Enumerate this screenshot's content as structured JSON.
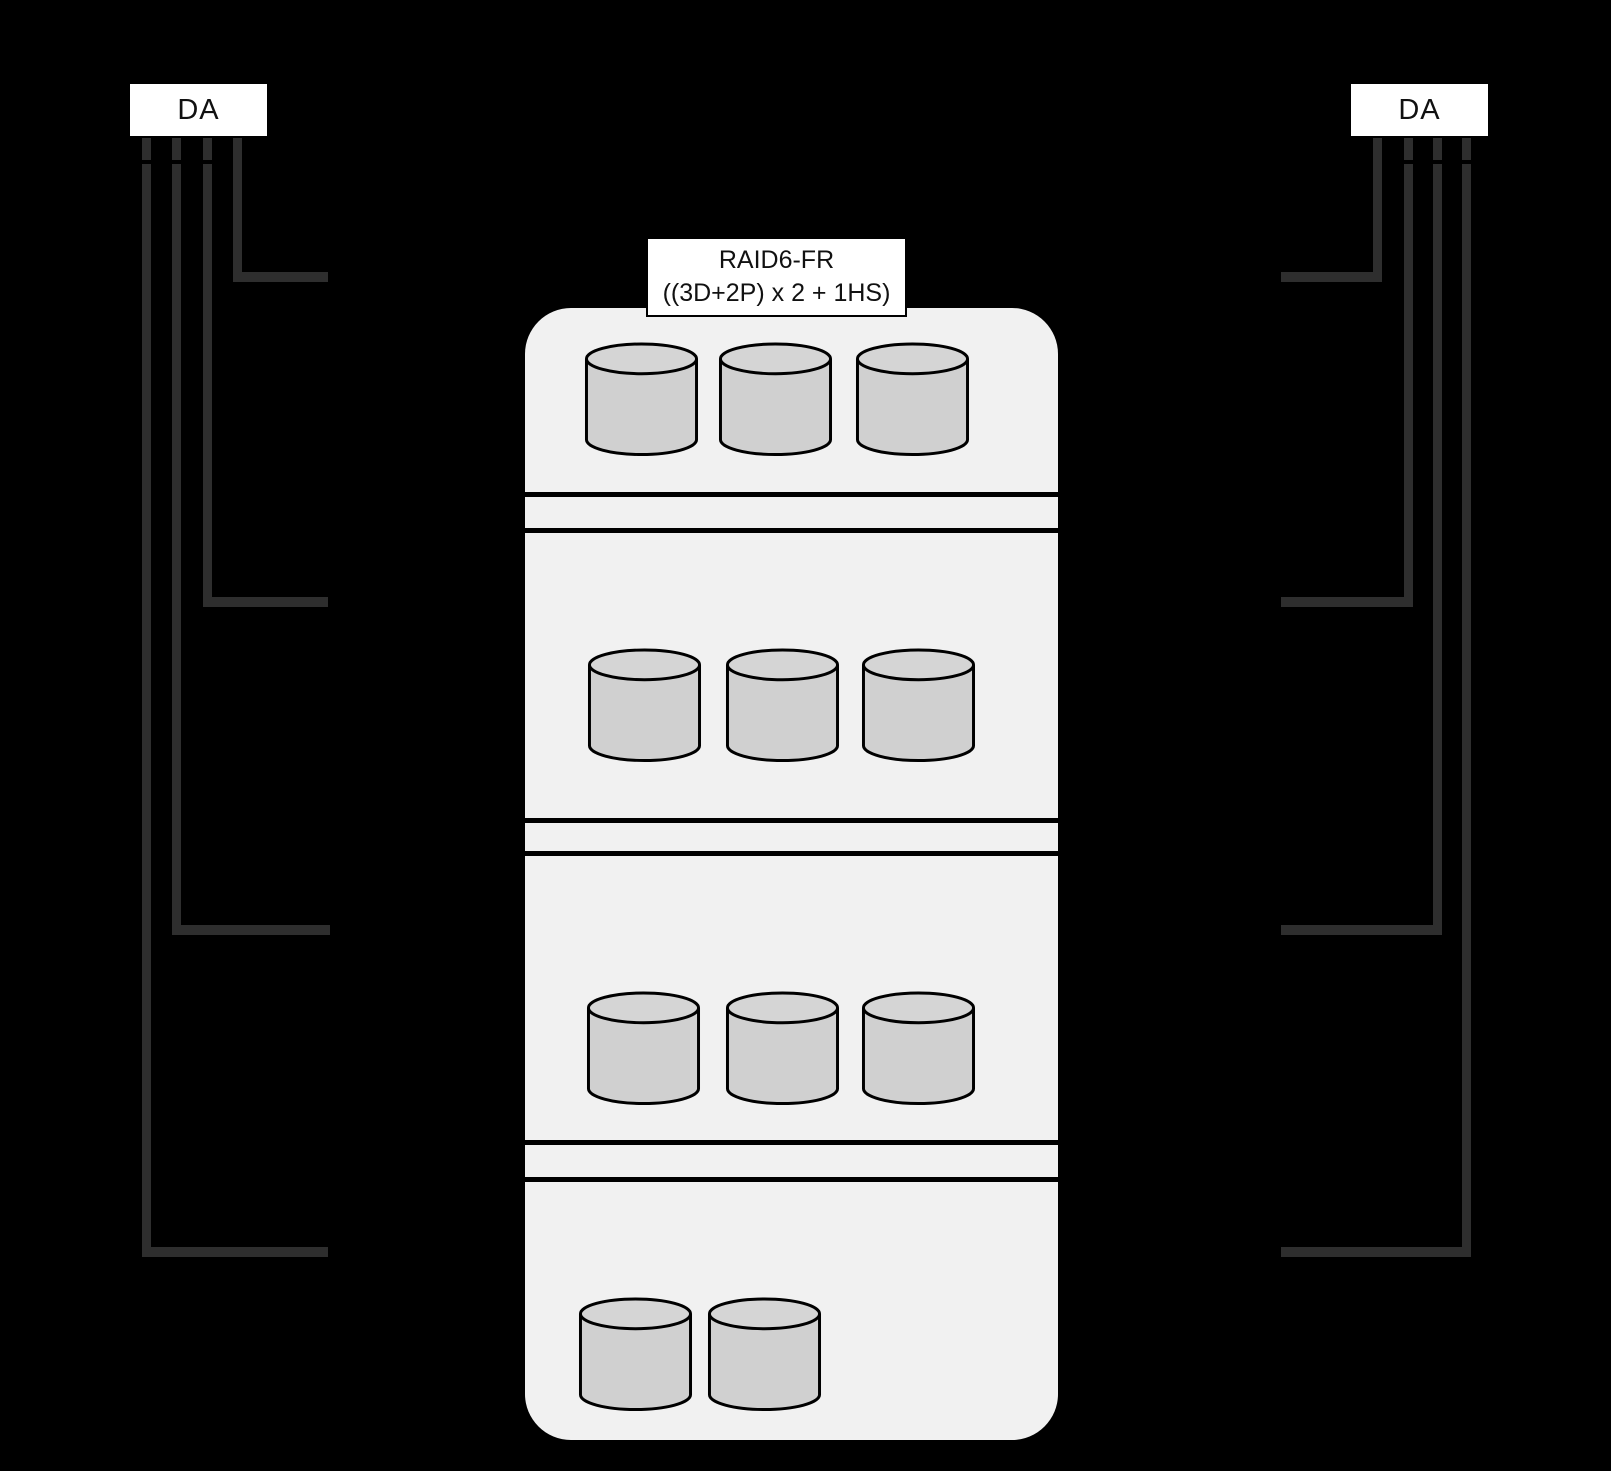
{
  "da_boxes": {
    "left": {
      "label": "DA"
    },
    "right": {
      "label": "DA"
    }
  },
  "raid_label": {
    "line1": "RAID6-FR",
    "line2": "((3D+2P) x 2 + 1HS)"
  },
  "enclosure": {
    "sections": [
      {
        "disk_count": 3
      },
      {
        "disk_count": 3
      },
      {
        "disk_count": 3
      },
      {
        "disk_count": 2
      }
    ]
  },
  "colors": {
    "background": "#000000",
    "connector": "#2e2e2e",
    "box_fill": "#ffffff",
    "box_border": "#000000",
    "box_text": "#111111",
    "enclosure_fill": "#f1f1f1",
    "divider": "#000000",
    "disk_fill": "#d0d0d0",
    "disk_top_fill": "#d5d5d5",
    "disk_stroke": "#000000"
  }
}
